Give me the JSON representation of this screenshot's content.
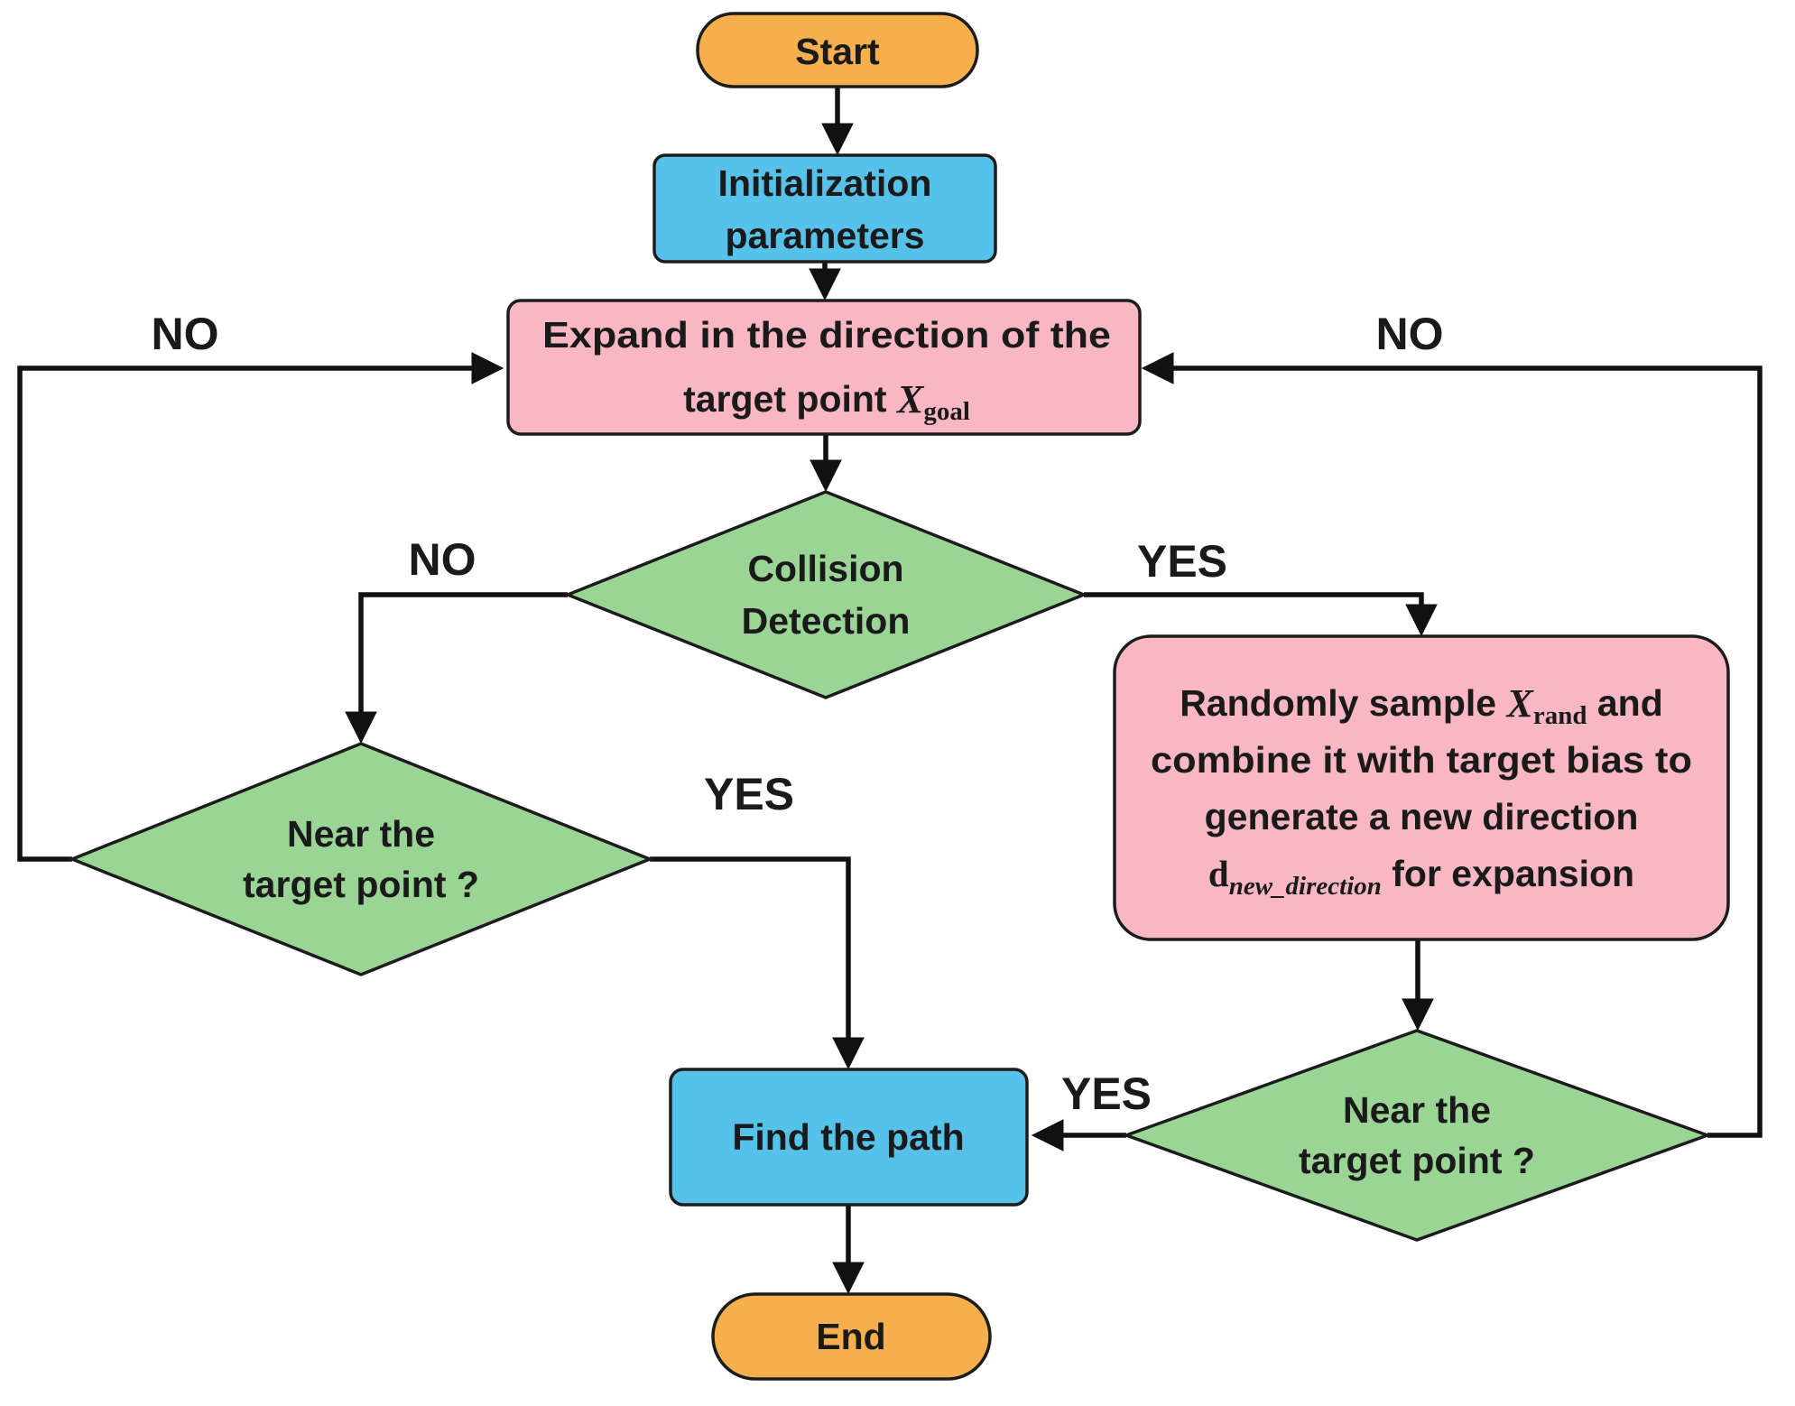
{
  "diagram": {
    "type": "flowchart",
    "colors": {
      "terminal_fill": "#F5AF4D",
      "process_fill": "#57C2E9",
      "highlight_fill": "#F8B7C3",
      "decision_fill": "#9BD595",
      "outline": "#1C1C1C",
      "edge": "#111111",
      "text": "#1A1A1A",
      "background": "#FFFFFF"
    },
    "nodes": {
      "start": {
        "label": "Start"
      },
      "init": {
        "line1": "Initialization",
        "line2": "parameters"
      },
      "expand": {
        "line1": "Expand in the direction of the",
        "line2_text": "target point ",
        "line2_var": "X",
        "line2_sub": "goal"
      },
      "collision": {
        "line1": "Collision",
        "line2": "Detection"
      },
      "near_left": {
        "line1": "Near the",
        "line2": "target point ?"
      },
      "sample": {
        "line1_text": "Randomly sample ",
        "line1_var": "X",
        "line1_sub": "rand",
        "line1_tail": " and",
        "line2": "combine it with target bias to",
        "line3": "generate a new direction",
        "line4_var": "d",
        "line4_sub": "new_direction",
        "line4_tail": " for expansion"
      },
      "near_right": {
        "line1": "Near the",
        "line2": "target point ?"
      },
      "find": {
        "label": "Find the path"
      },
      "end": {
        "label": "End"
      }
    },
    "edge_labels": {
      "loop_left_no": "NO",
      "loop_right_no": "NO",
      "collision_no": "NO",
      "collision_yes": "YES",
      "near_left_yes": "YES",
      "near_right_yes": "YES"
    }
  }
}
